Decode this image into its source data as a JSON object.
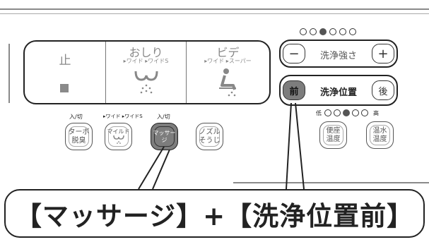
{
  "main_panel": {
    "stop_label": "止",
    "oshiri": {
      "label": "おしり",
      "sub": "▸ワイド ▸ワイドS"
    },
    "bidet": {
      "label": "ビデ",
      "sub": "▸ワイド ▸スーパー"
    }
  },
  "small_buttons": {
    "label_onoff_1": "入/切",
    "label_wide": "▸ワイド ▸ワイドS",
    "label_onoff_2": "入/切",
    "turbo": {
      "line1": "ターボ",
      "line2": "脱臭"
    },
    "mild": {
      "line1": "マイルド"
    },
    "massage": {
      "line1": "マッサージ"
    },
    "nozzle": {
      "line1": "ノズル",
      "line2": "そうじ"
    }
  },
  "right_controls": {
    "strength_dots": [
      false,
      false,
      true,
      false,
      false,
      false
    ],
    "minus": "−",
    "strength_label": "洗浄強さ",
    "plus": "+",
    "front": "前",
    "position_label": "洗浄位置",
    "back": "後",
    "temp_low": "低",
    "temp_high": "高",
    "temp_dots": [
      false,
      false,
      true,
      false,
      false
    ],
    "seat_temp": {
      "line1": "便座",
      "line2": "温度"
    },
    "water_temp": {
      "line1": "温水",
      "line2": "温度"
    }
  },
  "callout": {
    "text": "【マッサージ】+【洗浄位置前】"
  },
  "colors": {
    "highlight_button": "#7d7d7d",
    "frame": "#222222"
  }
}
